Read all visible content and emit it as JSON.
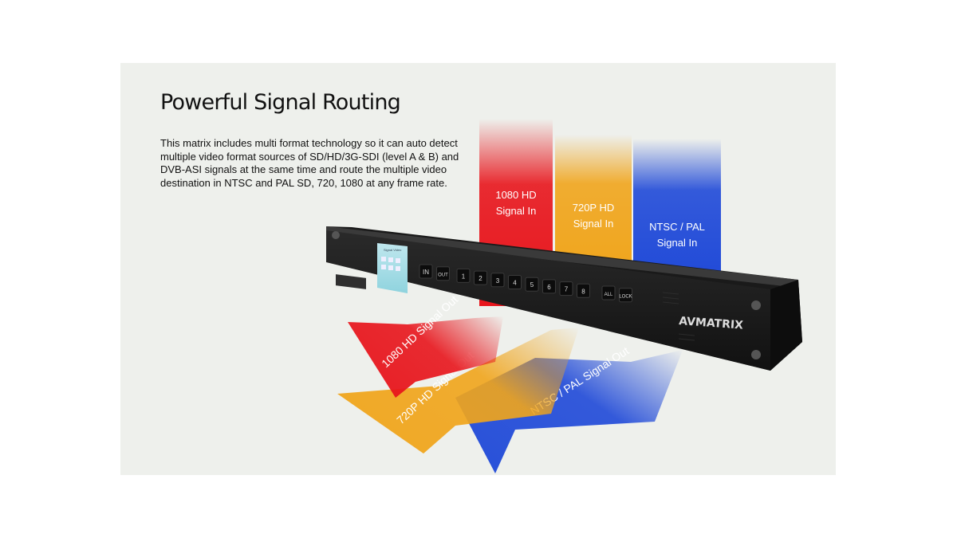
{
  "heading": "Powerful Signal Routing",
  "description": "This matrix includes multi format technology so it can auto detect multiple video format sources of SD/HD/3G-SDI (level A & B) and DVB-ASI signals at the same time and route the multiple video destination in NTSC and PAL SD, 720, 1080 at any frame rate.",
  "inputs": [
    {
      "line1": "1080 HD",
      "line2": "Signal In",
      "color": "#e8151c"
    },
    {
      "line1": "720P HD",
      "line2": "Signal In",
      "color": "#f0a51c"
    },
    {
      "line1": "NTSC / PAL",
      "line2": "Signal In",
      "color": "#1f49d8"
    }
  ],
  "outputs": [
    {
      "label": "1080 HD Signal Out",
      "color": "#e8151c"
    },
    {
      "label": "720P HD Signal Out",
      "color": "#f0a51c"
    },
    {
      "label": "NTSC /  PAL Signal Out",
      "color": "#1f49d8"
    }
  ],
  "device": {
    "brand": "AVMATRIX",
    "screen_title": "Signal Video",
    "buttons": [
      "IN",
      "OUT",
      "1",
      "2",
      "3",
      "4",
      "5",
      "6",
      "7",
      "8",
      "ALL",
      "LOCK"
    ]
  }
}
